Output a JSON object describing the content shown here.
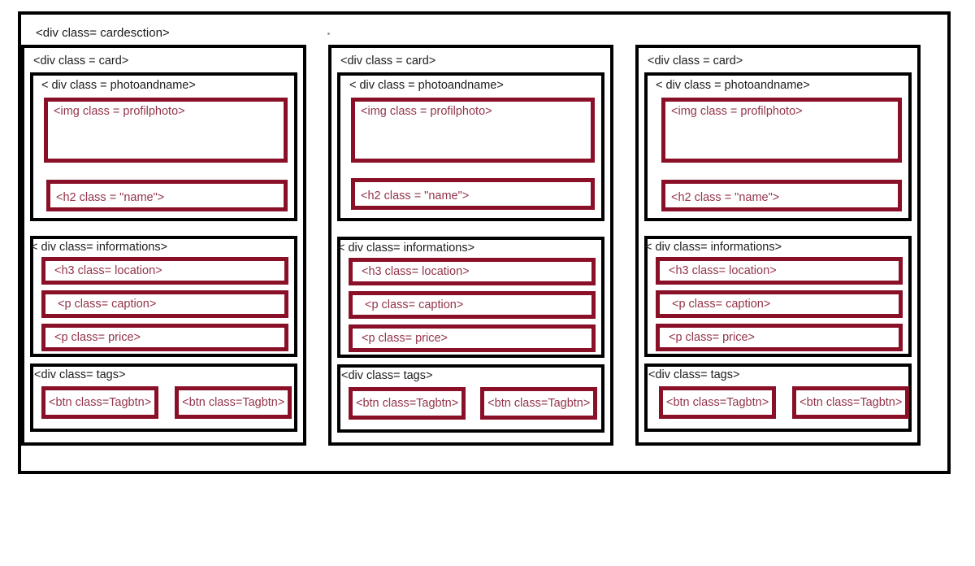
{
  "diagram": {
    "title_label": "<div class= cardesction>",
    "cards": [
      {
        "card_label": "<div class = card>",
        "photoandname": {
          "label": "< div class = photoandname>",
          "profilphoto": "<img class = profilphoto>",
          "name": "<h2 class = \"name\">"
        },
        "informations": {
          "label": "< div class= informations>",
          "location": "<h3 class= location>",
          "caption": "<p class= caption>",
          "price": "<p class= price>"
        },
        "tags": {
          "label": "<div class= tags>",
          "buttons": [
            "<btn class=Tagbtn>",
            "<btn class=Tagbtn>"
          ]
        }
      },
      {
        "card_label": "<div class = card>",
        "photoandname": {
          "label": "< div class = photoandname>",
          "profilphoto": "<img class = profilphoto>",
          "name": "<h2 class = \"name\">"
        },
        "informations": {
          "label": "< div class= informations>",
          "location": "<h3 class= location>",
          "caption": "<p class= caption>",
          "price": "<p class= price>"
        },
        "tags": {
          "label": "<div class= tags>",
          "buttons": [
            "<btn class=Tagbtn>",
            "<btn class=Tagbtn>"
          ]
        }
      },
      {
        "card_label": "<div class = card>",
        "photoandname": {
          "label": "< div class = photoandname>",
          "profilphoto": "<img class = profilphoto>",
          "name": "<h2 class = \"name\">"
        },
        "informations": {
          "label": "< div class= informations>",
          "location": "<h3 class= location>",
          "caption": "<p class= caption>",
          "price": "<p class= price>"
        },
        "tags": {
          "label": "<div class= tags>",
          "buttons": [
            "<btn class=Tagbtn>",
            "<btn class=Tagbtn>"
          ]
        }
      }
    ]
  },
  "colors": {
    "outline_black": "#000000",
    "accent_maroon": "#8a1028",
    "text_maroon": "#93344a",
    "text_black": "#1c1c1c",
    "background": "#ffffff"
  }
}
